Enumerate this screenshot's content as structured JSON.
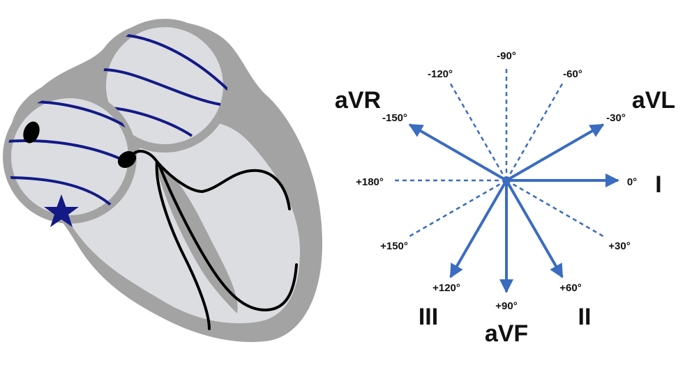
{
  "colors": {
    "heart_outer": "#a3a3a3",
    "heart_inner": "#dcdde0",
    "atrium_fill": "#dcdde0",
    "atrium_rim": "#a3a3a3",
    "wave_lines": "#131a86",
    "conduction": "#000000",
    "star": "#131a86",
    "axis_arrow": "#3a6cc0",
    "text": "#111111"
  },
  "leads": [
    {
      "name": "I",
      "angle": 0
    },
    {
      "name": "II",
      "angle": 60
    },
    {
      "name": "III",
      "angle": 120
    },
    {
      "name": "aVF",
      "angle": 90
    },
    {
      "name": "aVL",
      "angle": -30
    },
    {
      "name": "aVR",
      "angle": -150
    }
  ],
  "dashed_angles": [
    -90,
    -120,
    -60,
    180,
    150,
    30
  ],
  "degree_labels": [
    {
      "text": "-90°",
      "angle": -90
    },
    {
      "text": "-120°",
      "angle": -120
    },
    {
      "text": "-60°",
      "angle": -60
    },
    {
      "text": "-150°",
      "angle": -150
    },
    {
      "text": "-30°",
      "angle": -30
    },
    {
      "text": "+180°",
      "angle": 180
    },
    {
      "text": "0°",
      "angle": 0
    },
    {
      "text": "+150°",
      "angle": 150
    },
    {
      "text": "+30°",
      "angle": 30
    },
    {
      "text": "+120°",
      "angle": 120
    },
    {
      "text": "+60°",
      "angle": 60
    },
    {
      "text": "+90°",
      "angle": 90
    }
  ]
}
